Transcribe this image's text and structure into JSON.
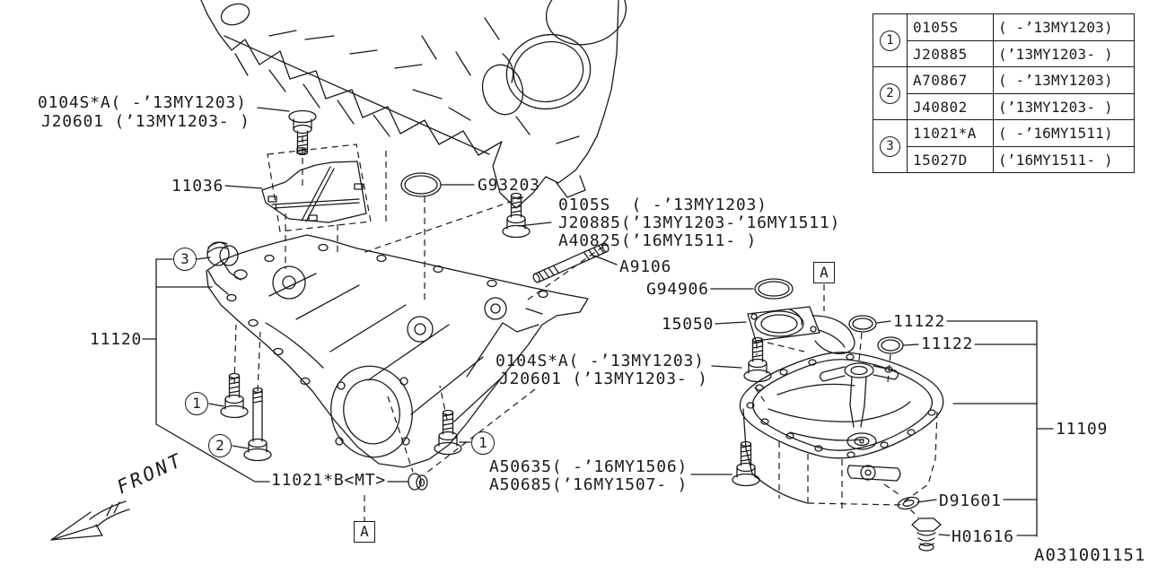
{
  "diagram_code": "A031001151",
  "front_label": "FRONT",
  "part_labels": [
    {
      "id": "0104s-top-1",
      "text": "0104S*A( -’13MY1203)"
    },
    {
      "id": "0104s-top-2",
      "text": "J20601 (’13MY1203- )"
    },
    {
      "id": "11036",
      "text": "11036"
    },
    {
      "id": "g93203",
      "text": "G93203"
    },
    {
      "id": "0105s-1",
      "text": "0105S  ( -’13MY1203)"
    },
    {
      "id": "0105s-2",
      "text": "J20885(’13MY1203-’16MY1511)"
    },
    {
      "id": "0105s-3",
      "text": "A40825(’16MY1511- )"
    },
    {
      "id": "a9106",
      "text": "A9106"
    },
    {
      "id": "g94906",
      "text": "G94906"
    },
    {
      "id": "15050",
      "text": "15050"
    },
    {
      "id": "11122-a",
      "text": "11122"
    },
    {
      "id": "11122-b",
      "text": "11122"
    },
    {
      "id": "11120",
      "text": "11120"
    },
    {
      "id": "0104s-mid-1",
      "text": "0104S*A( -’13MY1203)"
    },
    {
      "id": "0104s-mid-2",
      "text": "J20601 (’13MY1203- )"
    },
    {
      "id": "11109",
      "text": "11109"
    },
    {
      "id": "a50635-1",
      "text": "A50635( -’16MY1506)"
    },
    {
      "id": "a50635-2",
      "text": "A50685(’16MY1507- )"
    },
    {
      "id": "11021b",
      "text": "11021*B<MT>"
    },
    {
      "id": "d91601",
      "text": "D91601"
    },
    {
      "id": "h01616",
      "text": "H01616"
    }
  ],
  "callouts": {
    "one": "1",
    "two": "2",
    "three": "3",
    "letter_a": "A"
  },
  "table": {
    "rows": [
      {
        "num": "1",
        "entries": [
          {
            "code": "0105S",
            "range": "( -’13MY1203)"
          },
          {
            "code": "J20885",
            "range": "(’13MY1203- )"
          }
        ]
      },
      {
        "num": "2",
        "entries": [
          {
            "code": "A70867",
            "range": "( -’13MY1203)"
          },
          {
            "code": "J40802",
            "range": "(’13MY1203- )"
          }
        ]
      },
      {
        "num": "3",
        "entries": [
          {
            "code": "11021*A",
            "range": "( -’16MY1511)"
          },
          {
            "code": "15027D",
            "range": "(’16MY1511- )"
          }
        ]
      }
    ]
  },
  "colors": {
    "line": "#1a1a1a",
    "background": "#ffffff"
  }
}
